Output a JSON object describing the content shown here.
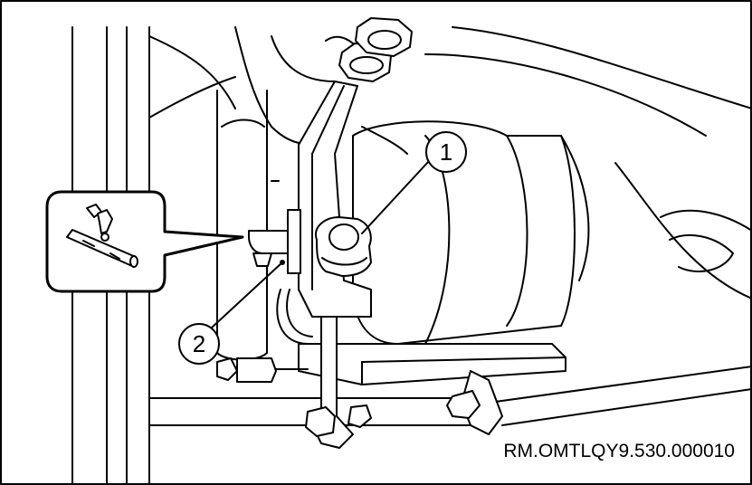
{
  "figure": {
    "reference_code": "RM.OMTLQY9.530.000010",
    "callouts": [
      {
        "number": "1"
      },
      {
        "number": "2"
      }
    ]
  },
  "colors": {
    "line": "#000000",
    "background": "#ffffff"
  }
}
